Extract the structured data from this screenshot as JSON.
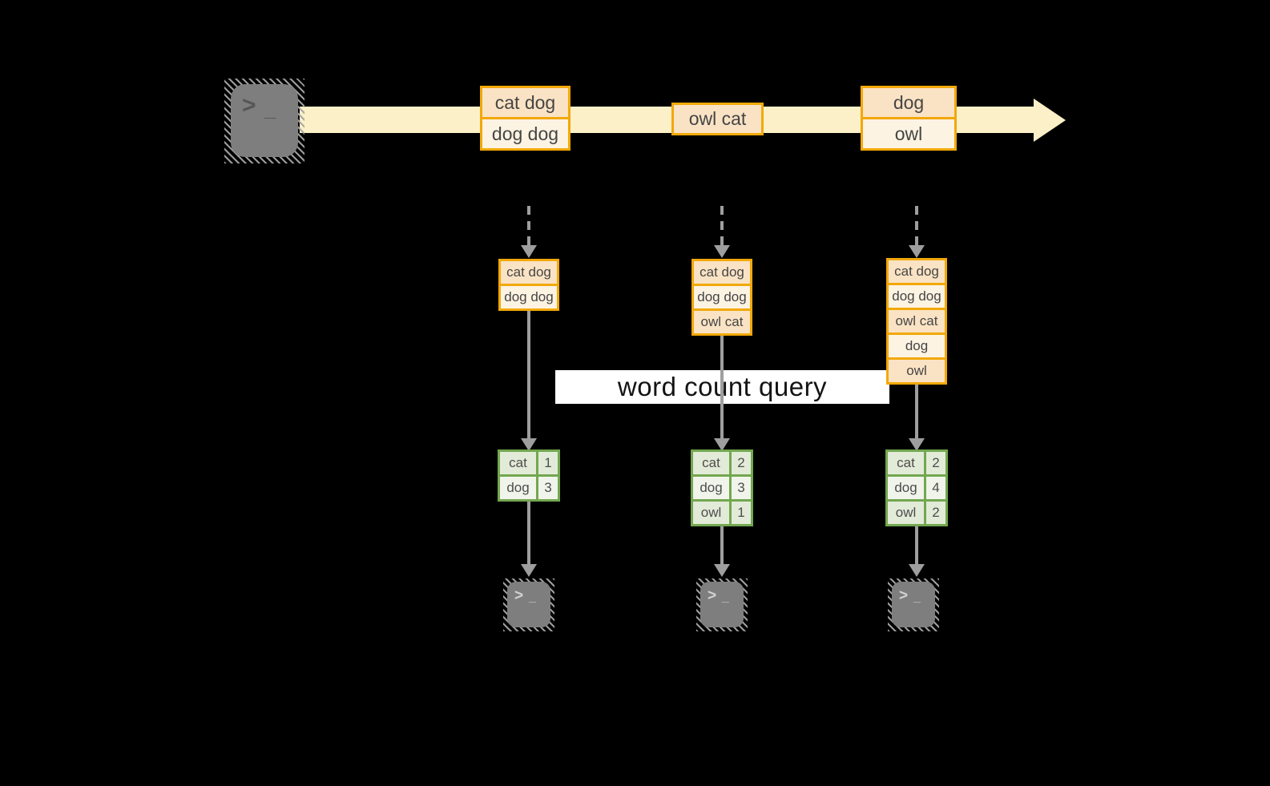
{
  "query": {
    "label": "word count query"
  },
  "icons": {
    "terminal": "terminal-icon",
    "prompt_glyph": ">",
    "cursor_glyph": "_"
  },
  "colors": {
    "background": "#000000",
    "stream_band": "#FBF0C7",
    "record_border": "#F2A808",
    "record_fill_dark": "#FAE3C4",
    "record_fill_light": "#FDF3E2",
    "table_border": "#72A74F",
    "table_fill_dark": "#E2EBD8",
    "table_fill_light": "#F0F4EB",
    "arrow_gray": "#9E9E9E",
    "terminal_gray": "#7E7E7E",
    "query_band": "#FFFFFF"
  },
  "source_stream": {
    "groups": [
      {
        "rows": [
          "cat dog",
          "dog dog"
        ]
      },
      {
        "rows": [
          "owl cat"
        ]
      },
      {
        "rows": [
          "dog",
          "owl"
        ]
      }
    ]
  },
  "stages": [
    {
      "buffer": [
        "cat dog",
        "dog dog"
      ],
      "counts": [
        {
          "word": "cat",
          "count": "1"
        },
        {
          "word": "dog",
          "count": "3"
        }
      ]
    },
    {
      "buffer": [
        "cat dog",
        "dog dog",
        "owl cat"
      ],
      "counts": [
        {
          "word": "cat",
          "count": "2"
        },
        {
          "word": "dog",
          "count": "3"
        },
        {
          "word": "owl",
          "count": "1"
        }
      ]
    },
    {
      "buffer": [
        "cat dog",
        "dog dog",
        "owl cat",
        "dog",
        "owl"
      ],
      "counts": [
        {
          "word": "cat",
          "count": "2"
        },
        {
          "word": "dog",
          "count": "4"
        },
        {
          "word": "owl",
          "count": "2"
        }
      ]
    }
  ]
}
